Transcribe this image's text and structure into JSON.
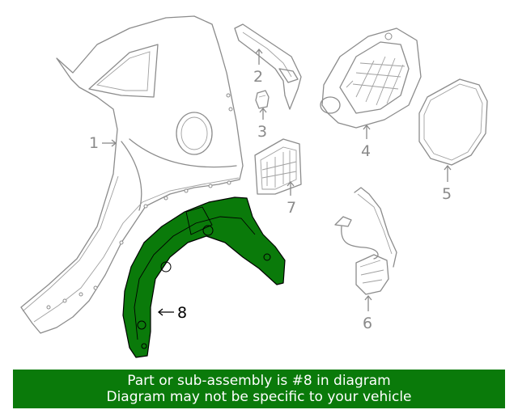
{
  "colors": {
    "highlight": "#0a7a0a",
    "banner": "#0a7a0a",
    "line": "#8c8c8c"
  },
  "callouts": [
    {
      "number": "1",
      "highlighted": false
    },
    {
      "number": "2",
      "highlighted": false
    },
    {
      "number": "3",
      "highlighted": false
    },
    {
      "number": "4",
      "highlighted": false
    },
    {
      "number": "5",
      "highlighted": false
    },
    {
      "number": "6",
      "highlighted": false
    },
    {
      "number": "7",
      "highlighted": false
    },
    {
      "number": "8",
      "highlighted": true
    }
  ],
  "banner": {
    "line1": "Part or sub-assembly is #8 in diagram",
    "line2": "Diagram may not be specific to your vehicle"
  }
}
